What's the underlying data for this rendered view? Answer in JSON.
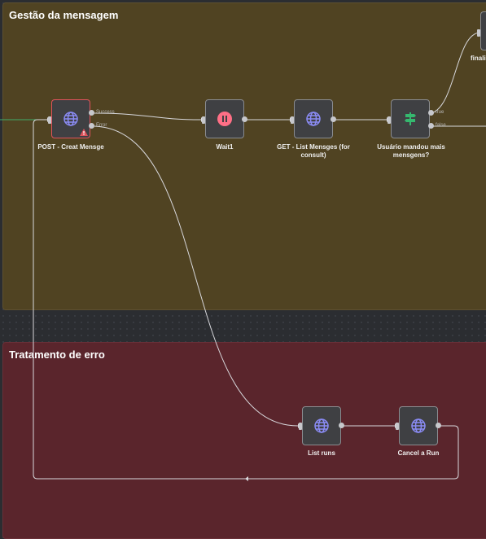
{
  "groups": {
    "message": {
      "title": "Gestão da mensagem"
    },
    "error": {
      "title": "Tratamento de erro"
    }
  },
  "nodes": {
    "post": {
      "label": "POST - Creat Mensge",
      "icon": "globe-icon",
      "out_success": "Success",
      "out_error": "Error"
    },
    "wait": {
      "label": "Wait1",
      "icon": "pause-icon"
    },
    "get_list": {
      "label": "GET - List Mensges (for consult)",
      "icon": "globe-icon"
    },
    "if_node": {
      "label": "Usuário mandou mais mensgens?",
      "icon": "signpost-icon",
      "out_true": "true",
      "out_false": "false"
    },
    "final": {
      "label": "finali"
    },
    "list_runs": {
      "label": "List runs",
      "icon": "globe-icon"
    },
    "cancel": {
      "label": "Cancel a Run",
      "icon": "globe-icon"
    }
  },
  "colors": {
    "accent_icon": "#8b8cf6",
    "pause": "#ff6f86",
    "if_green": "#35b86f",
    "warning": "#e0535c"
  }
}
